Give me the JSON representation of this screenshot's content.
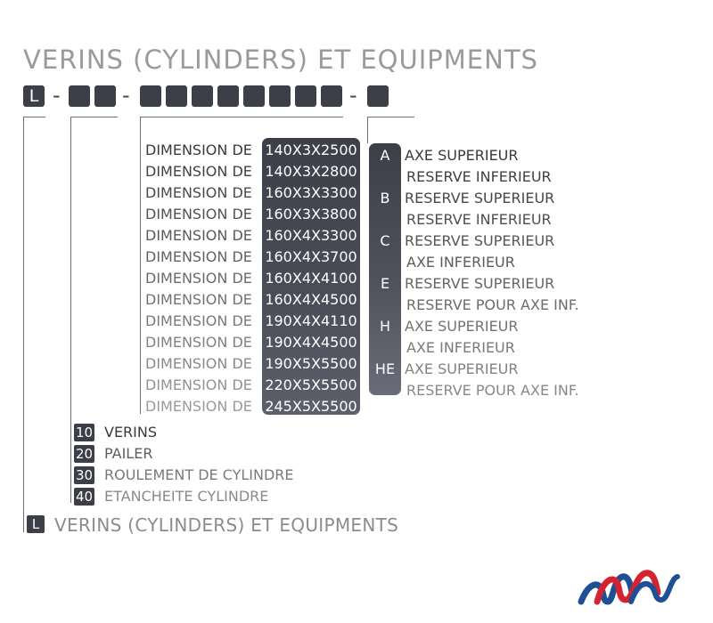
{
  "title": "VERINS (CYLINDERS) ET EQUIPMENTS",
  "code": {
    "prefix": "L",
    "separator": "-"
  },
  "dimensions": {
    "label": "DIMENSION DE",
    "values": [
      "140X3X2500",
      "140X3X2800",
      "160X3X3300",
      "160X3X3800",
      "160X4X3300",
      "160X4X3700",
      "160X4X4100",
      "160X4X4500",
      "190X4X4110",
      "190X4X4500",
      "190X5X5500",
      "220X5X5500",
      "245X5X5500"
    ]
  },
  "types": [
    {
      "code": "A",
      "desc": "AXE SUPERIEUR"
    },
    {
      "code": "",
      "desc": "RESERVE INFERIEUR"
    },
    {
      "code": "B",
      "desc": "RESERVE SUPERIEUR"
    },
    {
      "code": "",
      "desc": "RESERVE INFERIEUR"
    },
    {
      "code": "C",
      "desc": "RESERVE SUPERIEUR"
    },
    {
      "code": "",
      "desc": "AXE INFERIEUR"
    },
    {
      "code": "E",
      "desc": "RESERVE SUPERIEUR"
    },
    {
      "code": "",
      "desc": "RESERVE POUR AXE INF."
    },
    {
      "code": "H",
      "desc": "AXE SUPERIEUR"
    },
    {
      "code": "",
      "desc": "AXE INFERIEUR"
    },
    {
      "code": "HE",
      "desc": "AXE SUPERIEUR"
    },
    {
      "code": "",
      "desc": "RESERVE POUR AXE INF."
    }
  ],
  "categories": [
    {
      "num": "10",
      "label": "VERINS"
    },
    {
      "num": "20",
      "label": "PAILER"
    },
    {
      "num": "30",
      "label": "ROULEMENT DE CYLINDRE"
    },
    {
      "num": "40",
      "label": "ETANCHEITE CYLINDRE"
    }
  ],
  "family": {
    "code": "L",
    "label": "VERINS (CYLINDERS) ET EQUIPMENTS"
  },
  "colors": {
    "dark": "#3d3f48",
    "text_dark": "#3a3a3a",
    "text_light": "#9a9a9a",
    "logo_blue": "#1f4f95",
    "logo_red": "#d5242f"
  }
}
